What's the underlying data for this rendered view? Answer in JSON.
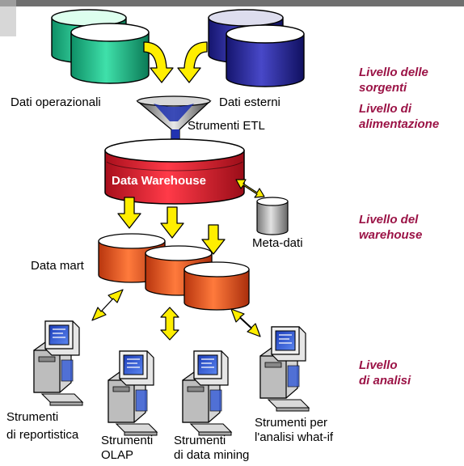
{
  "sources": {
    "operational": "Dati operazionali",
    "external": "Dati esterni"
  },
  "etl": "Strumenti ETL",
  "warehouse": "Data Warehouse",
  "metadata": "Meta-dati",
  "datamart": "Data mart",
  "tools": {
    "reporting": [
      "Strumenti",
      "di reportistica"
    ],
    "olap": [
      "Strumenti",
      "OLAP"
    ],
    "mining": [
      "Strumenti",
      "di data mining"
    ],
    "whatif": [
      "Strumenti per",
      "l'analisi what-if"
    ]
  },
  "levels": {
    "sources": [
      "Livello delle",
      "sorgenti"
    ],
    "feeding": [
      "Livello di",
      "alimentazione"
    ],
    "warehouse": [
      "Livello del",
      "warehouse"
    ],
    "analysis": [
      "Livello",
      "di analisi"
    ]
  },
  "colors": {
    "operational": "#1fbf8c",
    "external": "#2a2a9a",
    "warehouse": "#dd1b2a",
    "datamart": "#e84e1b",
    "arrow": "#ffee00",
    "level_text": "#9b1346"
  },
  "icons": [
    "database-cylinder-icon",
    "funnel-icon",
    "arrow-icon",
    "computer-workstation-icon"
  ]
}
